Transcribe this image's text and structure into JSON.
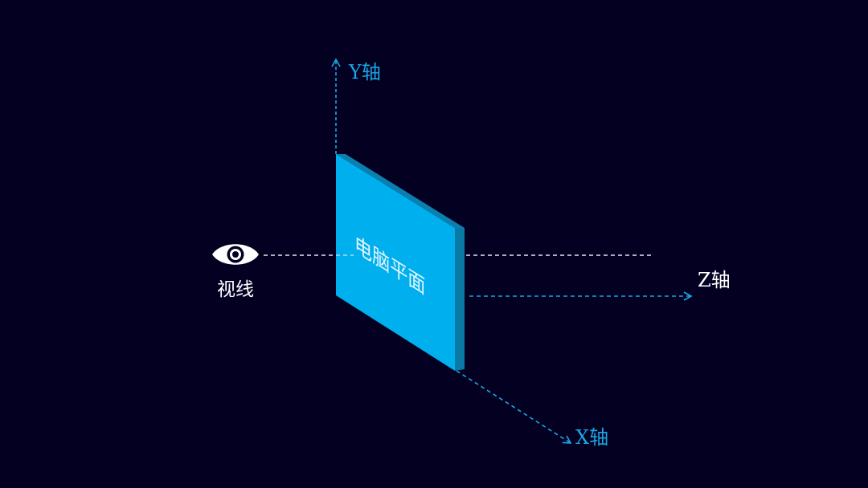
{
  "colors": {
    "background": "#030022",
    "axis": "#1aa7e3",
    "sight_line": "#e6e6f0",
    "panel_face": "#00b0ee",
    "panel_side": "#0a79a6",
    "panel_top": "#0b7fb0",
    "label_white": "#ffffff",
    "label_blue": "#1aa7e3"
  },
  "labels": {
    "y_axis": "Y轴",
    "z_axis": "Z轴",
    "x_axis": "X轴",
    "sight": "视线",
    "panel": "电脑平面"
  },
  "icons": {
    "eye": "eye-icon"
  }
}
